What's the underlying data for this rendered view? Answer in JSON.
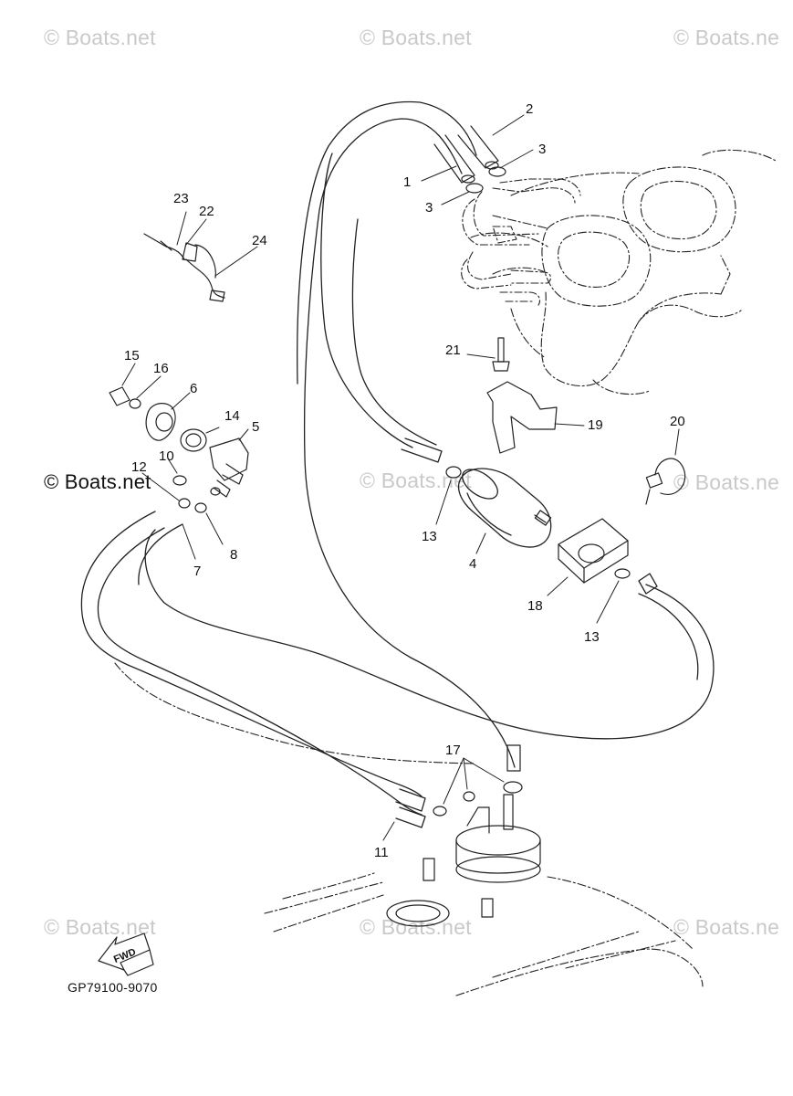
{
  "watermarks": [
    {
      "text": "© Boats.net",
      "style": "faint"
    },
    {
      "text": "© Boats.net",
      "style": "faint"
    },
    {
      "text": "© Boats.ne",
      "style": "faint"
    },
    {
      "text": "© Boats.net",
      "style": "dark"
    },
    {
      "text": "© Boats.net",
      "style": "faint"
    },
    {
      "text": "© Boats.ne",
      "style": "faint"
    },
    {
      "text": "© Boats.net",
      "style": "faint"
    },
    {
      "text": "© Boats.net",
      "style": "faint"
    },
    {
      "text": "© Boats.ne",
      "style": "faint"
    }
  ],
  "callouts": [
    "1",
    "2",
    "3",
    "3",
    "4",
    "5",
    "6",
    "7",
    "8",
    "10",
    "11",
    "12",
    "13",
    "13",
    "14",
    "15",
    "16",
    "17",
    "18",
    "19",
    "20",
    "21",
    "22",
    "23",
    "24"
  ],
  "fwd_label": "FWD",
  "doc_number": "GP79100-9070"
}
